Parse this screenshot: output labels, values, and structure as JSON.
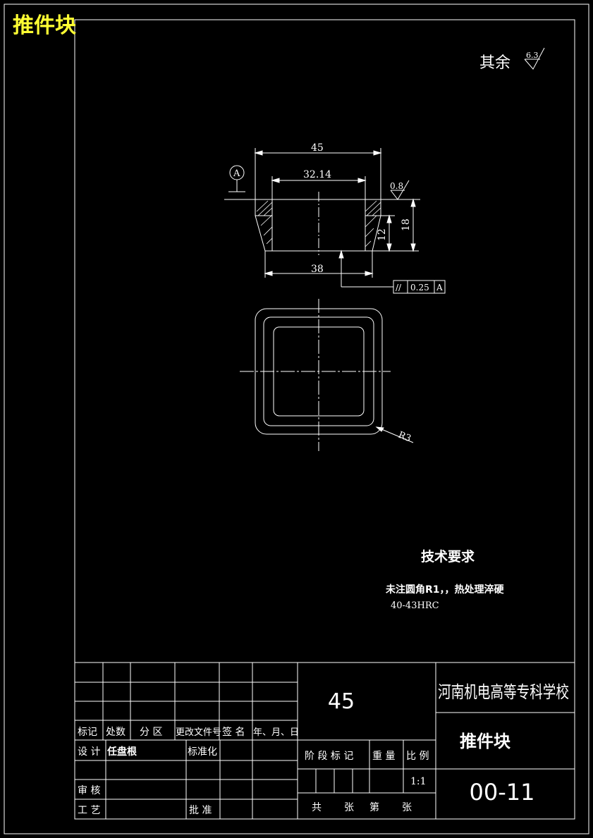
{
  "sheet": {
    "corner_title": "推件块",
    "roughness_note": {
      "prefix": "其余",
      "value": "6.3"
    }
  },
  "drawing": {
    "datum_label": "A",
    "dimensions": {
      "top_width": "45",
      "inner_width": "32.14",
      "bottom_width": "38",
      "inner_height": "12",
      "total_height": "18",
      "surface_roughness": "0.8",
      "corner_radius": "R3"
    },
    "parallelism": {
      "symbol": "//",
      "tolerance": "0.25",
      "datum": "A"
    }
  },
  "technical_requirements": {
    "title": "技术要求",
    "line1": "未注圆角R1，，热处理淬硬",
    "line2": "40-43HRC"
  },
  "title_block": {
    "material": "45",
    "school": "河南机电高等专科学校",
    "part_name": "推件块",
    "drawing_number": "00-11",
    "scale": "1:1",
    "labels": {
      "mark": "标记",
      "count": "处数",
      "zone": "分 区",
      "change_doc": "更改文件号",
      "signature": "签 名",
      "date": "年、月、日",
      "design": "设 计",
      "designer": "任盘根",
      "standardization": "标准化",
      "stage_mark": "阶 段 标 记",
      "weight": "重 量",
      "ratio": "比 例",
      "review": "审 核",
      "process": "工 艺",
      "approve": "批 准",
      "total": "共",
      "sheets": "张",
      "sheet_no": "第",
      "sheets2": "张"
    }
  }
}
